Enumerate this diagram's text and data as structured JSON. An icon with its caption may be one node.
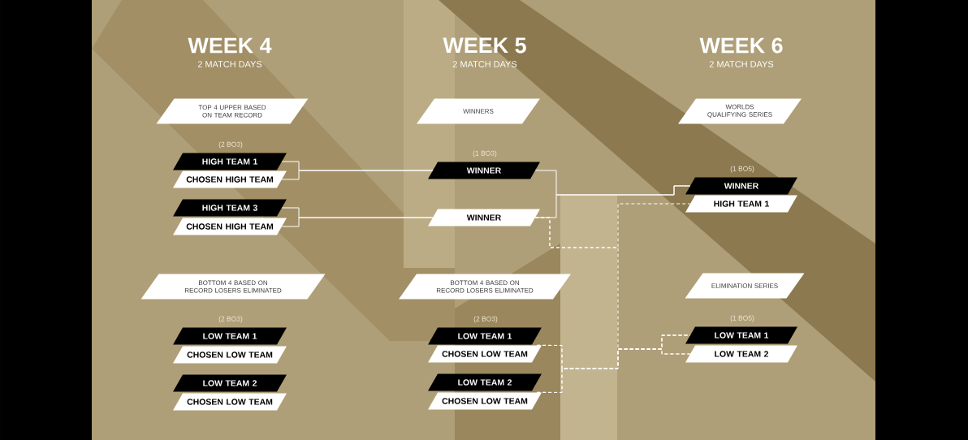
{
  "diagram": {
    "nodes": [
      {
        "text": [
          "TOP 4 UPPER BASED ON TEAM RECORD"
        ]
      },
      {
        "text": [
          "HIGH TEAM 1"
        ],
        "beside": [
          "(2 BO3)"
        ]
      },
      {
        "text": [
          "CHOSEN HIGH TEAM"
        ]
      },
      {
        "text": [
          "HIGH TEAM 3"
        ]
      },
      {
        "text": [
          "CHOSEN HIGH TEAM"
        ]
      },
      {
        "text": [
          "BOTTOM 4 BASED ON RECORD LOSERS ELIMINATED"
        ]
      },
      {
        "text": [
          "LOW TEAM 1"
        ],
        "beside": [
          "(2 BO3)"
        ]
      },
      {
        "text": [
          "CHOSEN LOW TEAM"
        ]
      },
      {
        "text": [
          "LOW TEAM 2"
        ]
      },
      {
        "text": [
          "CHOSEN LOW TEAM"
        ]
      },
      {
        "text": [
          "WINNERS"
        ]
      },
      {
        "text": [
          "WINNER"
        ],
        "beside": [
          "(1 BO3)"
        ]
      },
      {
        "text": [
          "WINNER"
        ]
      },
      {
        "text": [
          "BOTTOM 4 BASED ON RECORD LOSERS ELIMINATED"
        ]
      },
      {
        "text": [
          "LOW TEAM 1"
        ],
        "beside": [
          "(2 BO3)"
        ]
      },
      {
        "text": [
          "CHOSEN LOW TEAM"
        ]
      },
      {
        "text": [
          "LOW TEAM 2"
        ]
      },
      {
        "text": [
          "CHOSEN LOW TEAM"
        ]
      },
      {
        "text": [
          "WORLDS QUALIFYING SERIES"
        ]
      },
      {
        "text": [
          "WINNER"
        ],
        "beside": [
          "(1 BO5)"
        ]
      },
      {
        "text": [
          "HIGH TEAM 1"
        ]
      },
      {
        "text": [
          "ELIMINATION SERIES"
        ]
      },
      {
        "text": [
          "LOW TEAM 1"
        ],
        "beside": [
          "(1 BO5)"
        ]
      },
      {
        "text": [
          "LOW TEAM 2"
        ]
      }
    ],
    "edges": [
      {
        "from": 1,
        "to": 11,
        "arrow": "none"
      },
      {
        "from": 2,
        "to": 11,
        "arrow": "none"
      },
      {
        "from": 3,
        "to": 12,
        "arrow": "none"
      },
      {
        "from": 4,
        "to": 12,
        "arrow": "none"
      },
      {
        "from": 11,
        "to": 19,
        "arrow": "none"
      },
      {
        "from": 12,
        "to": 19,
        "arrow": "none"
      },
      {
        "from": 12,
        "to": 20,
        "arrow": "none",
        "style": "dashed"
      },
      {
        "from": 12,
        "to": 22,
        "arrow": "none",
        "style": "dashed"
      },
      {
        "from": 15,
        "to": 22,
        "arrow": "none",
        "style": "dashed"
      },
      {
        "from": 15,
        "to": 23,
        "arrow": "none",
        "style": "dashed"
      },
      {
        "from": 17,
        "to": 22,
        "arrow": "none",
        "style": "dashed"
      },
      {
        "from": 17,
        "to": 23,
        "arrow": "none",
        "style": "dashed"
      }
    ],
    "labels": [
      "WEEK 4",
      "2 MATCH DAYS",
      "WEEK 5",
      "2 MATCH DAYS",
      "WEEK 6",
      "2 MATCH DAYS"
    ]
  }
}
